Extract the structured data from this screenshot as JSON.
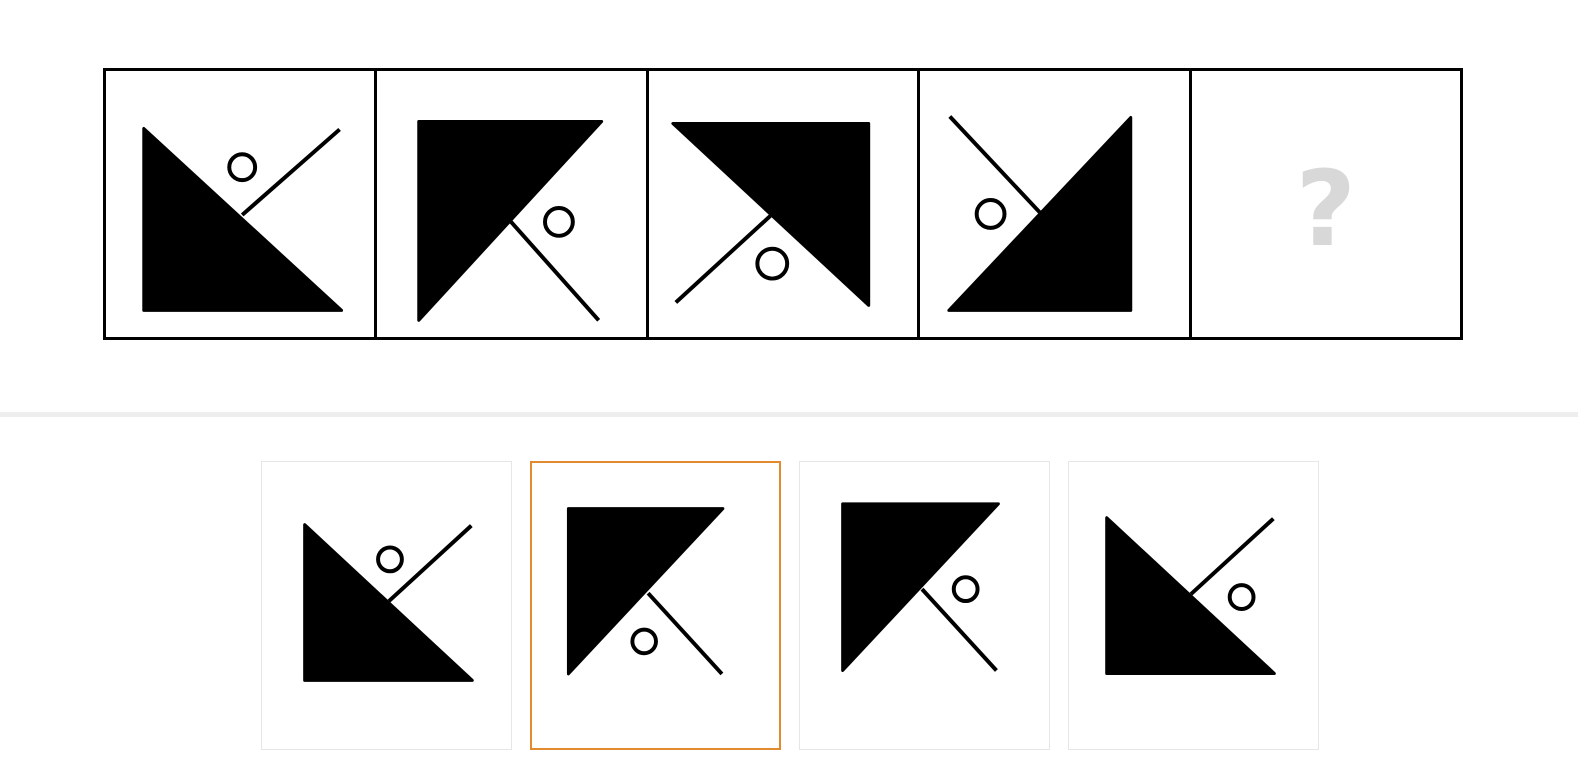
{
  "puzzle": {
    "sequence": [
      {
        "figure": "triangle-bottom-left-line-upper-right-circle-above-line"
      },
      {
        "figure": "triangle-top-left-line-lower-right-circle-right-of-line"
      },
      {
        "figure": "triangle-top-right-line-lower-left-circle-right-of-line"
      },
      {
        "figure": "triangle-bottom-right-line-upper-left-circle-left-of-line"
      }
    ],
    "missing_placeholder": "?",
    "options": [
      {
        "figure": "triangle-bottom-left-line-upper-right-circle-above-line",
        "selected": false
      },
      {
        "figure": "triangle-top-left-line-lower-right-circle-left-of-line",
        "selected": true
      },
      {
        "figure": "triangle-top-left-line-lower-right-circle-right-of-line",
        "selected": false
      },
      {
        "figure": "triangle-bottom-left-line-upper-right-circle-below-line",
        "selected": false
      }
    ],
    "colors": {
      "figure": "#000000",
      "selected_border": "#e28a2f",
      "placeholder": "#d8d8d8",
      "card_border": "#e6e6e6",
      "divider": "#eeeeee"
    }
  }
}
